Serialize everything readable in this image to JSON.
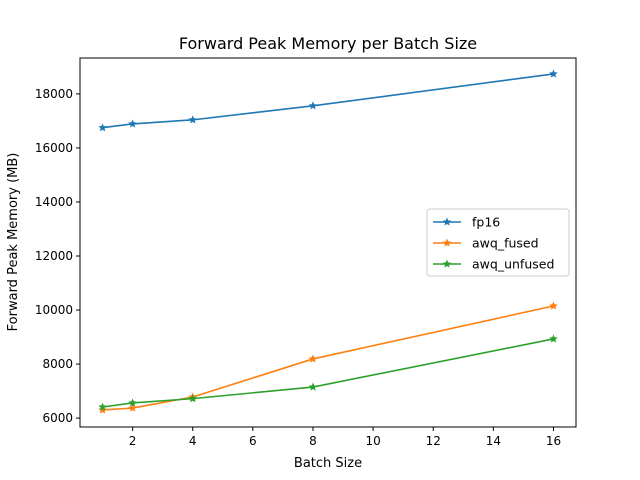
{
  "chart_data": {
    "type": "line",
    "title": "Forward Peak Memory per Batch Size",
    "xlabel": "Batch Size",
    "ylabel": "Forward Peak Memory (MB)",
    "xlim": [
      0.25,
      16.75
    ],
    "ylim": [
      5670,
      19330
    ],
    "xticks": [
      2,
      4,
      6,
      8,
      10,
      12,
      14,
      16
    ],
    "yticks": [
      6000,
      8000,
      10000,
      12000,
      14000,
      16000,
      18000
    ],
    "grid": false,
    "legend_position": "center-right",
    "x": [
      1,
      2,
      4,
      8,
      16
    ],
    "series": [
      {
        "name": "fp16",
        "color": "#1f77b4",
        "marker": "star",
        "values": [
          16750,
          16890,
          17040,
          17560,
          18740
        ]
      },
      {
        "name": "awq_fused",
        "color": "#ff7f0e",
        "marker": "star",
        "values": [
          6300,
          6370,
          6780,
          8190,
          10150
        ]
      },
      {
        "name": "awq_unfused",
        "color": "#2ca02c",
        "marker": "star",
        "values": [
          6410,
          6560,
          6720,
          7150,
          8930
        ]
      }
    ]
  }
}
